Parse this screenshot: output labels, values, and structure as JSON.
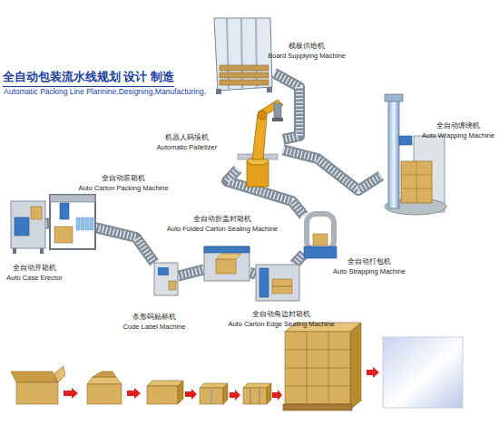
{
  "diagram": {
    "title": "全自动包装流水线规划 设计 制造",
    "nodes": [
      {
        "text": [
          "栈板供给机",
          "Board Supplying Machine"
        ]
      },
      {
        "text": [
          "机器人码垛机",
          "Automatic Palletizer"
        ]
      },
      {
        "text": [
          "全自动缠绕机",
          "Auto Wrapping Machine"
        ]
      },
      {
        "text": [
          "全自动装箱机",
          "Auto Carton Packing Machine"
        ]
      },
      {
        "text": [
          "全自动折盖封箱机",
          "Auto Folded Carton Sealing Machine"
        ]
      },
      {
        "text": [
          "全自动开箱机",
          "Auto Case Erector"
        ]
      },
      {
        "text": [
          "全自动打包机",
          "Auto Strapping Machine"
        ]
      },
      {
        "text": [
          "条形码贴标机",
          "Code Label Machine"
        ]
      },
      {
        "text": [
          "全自动角边封箱机",
          "Auto Carton Edge Sealing Machine"
        ]
      }
    ],
    "edges": [
      {
        "from": 5,
        "to": 3,
        "arrow": "none"
      },
      {
        "from": 3,
        "to": 7,
        "arrow": "none"
      },
      {
        "from": 7,
        "to": 4,
        "arrow": "none"
      },
      {
        "from": 4,
        "to": 8,
        "arrow": "none"
      },
      {
        "from": 8,
        "to": 6,
        "arrow": "none"
      },
      {
        "from": 6,
        "to": 1,
        "arrow": "none"
      },
      {
        "from": 0,
        "to": 1,
        "arrow": "none"
      },
      {
        "from": 1,
        "to": 2,
        "arrow": "none"
      }
    ],
    "labels": [
      "Automatic Packing Line Plannine,Designing,Manufacturing."
    ]
  }
}
